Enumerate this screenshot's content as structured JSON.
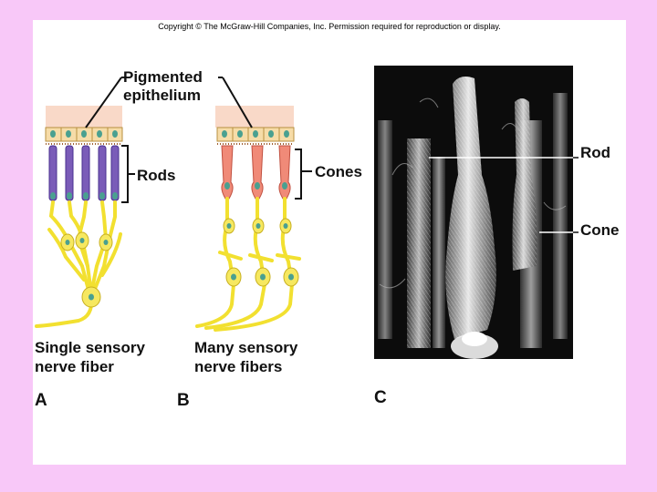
{
  "copyright": "Copyright © The McGraw-Hill Companies, Inc. Permission required for reproduction or display.",
  "labels": {
    "pigmented_line1": "Pigmented",
    "pigmented_line2": "epithelium",
    "rods": "Rods",
    "cones": "Cones",
    "photo_rod": "Rod",
    "photo_cone": "Cone"
  },
  "captions": {
    "a_line1": "Single sensory",
    "a_line2": "nerve fiber",
    "b_line1": "Many sensory",
    "b_line2": "nerve fibers"
  },
  "panels": {
    "a": "A",
    "b": "B",
    "c": "C"
  },
  "colors": {
    "background": "#f8c8f8",
    "rod": "#7a5cb8",
    "cone": "#f08a78",
    "neuron": "#f2e030",
    "epithelium": "#f6dca8",
    "nucleus": "#4aa090"
  }
}
